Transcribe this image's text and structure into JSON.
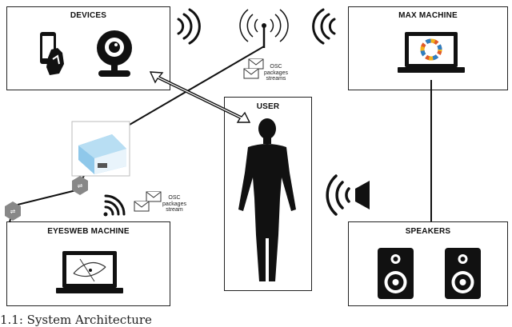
{
  "boxes": {
    "devices": "DEVICES",
    "max_machine": "MAX MACHINE",
    "user": "USER",
    "eyesweb_machine": "EYESWEB MACHINE",
    "speakers": "SPEAKERS"
  },
  "osc_top": [
    "OSC",
    "packages",
    "streams"
  ],
  "osc_bottom": [
    "OSC",
    "packages",
    "stream"
  ],
  "caption": "1.1: System Architecture",
  "icons": {
    "phone": "smartphone-hand-icon",
    "webcam": "webcam-icon",
    "router": "wifi-router-icon",
    "usb": "usb-icon",
    "laptop_max": "max-laptop-icon",
    "laptop_eyesweb": "eyesweb-laptop-icon",
    "speaker": "speaker-icon",
    "antenna": "antenna-icon",
    "wifi": "wifi-signal-icon",
    "envelope": "envelope-icon"
  }
}
